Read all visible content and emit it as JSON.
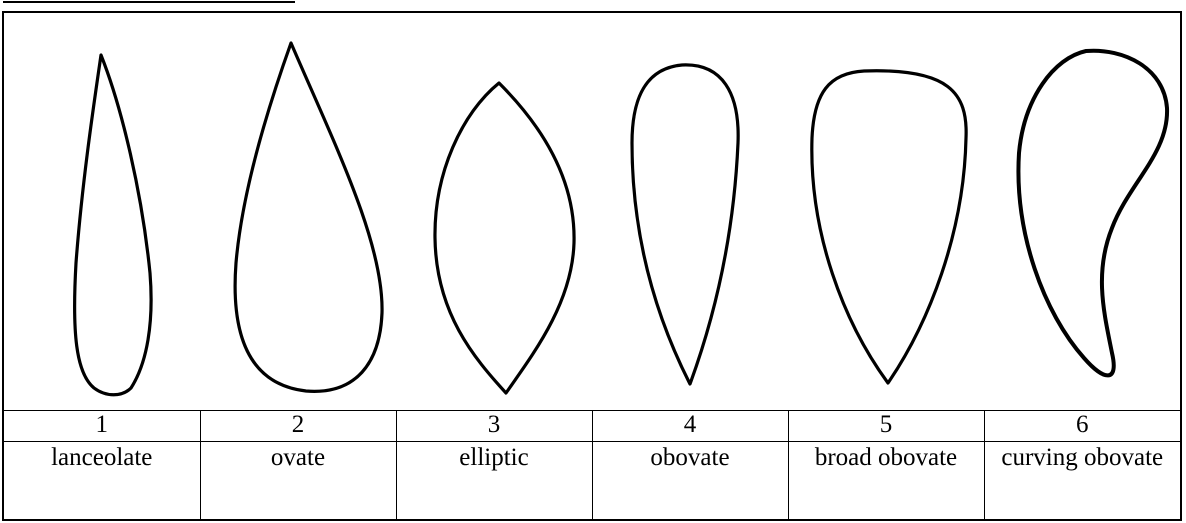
{
  "shapes": [
    {
      "number": "1",
      "name": "lanceolate",
      "icon": "lanceolate-leaf-outline"
    },
    {
      "number": "2",
      "name": "ovate",
      "icon": "ovate-leaf-outline"
    },
    {
      "number": "3",
      "name": "elliptic",
      "icon": "elliptic-leaf-outline"
    },
    {
      "number": "4",
      "name": "obovate",
      "icon": "obovate-leaf-outline"
    },
    {
      "number": "5",
      "name": "broad obovate",
      "icon": "broad-obovate-leaf-outline"
    },
    {
      "number": "6",
      "name": "curving obovate",
      "icon": "curving-obovate-leaf-outline"
    }
  ],
  "colors": {
    "ink": "#000000",
    "background": "#ffffff"
  }
}
